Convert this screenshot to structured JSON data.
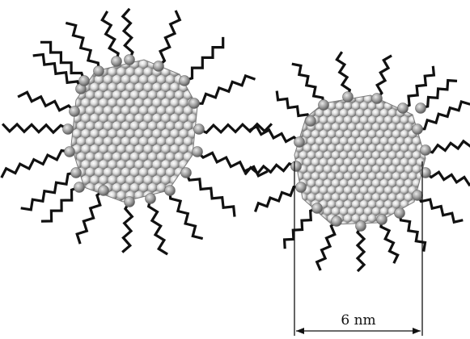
{
  "figure": {
    "scale_label": "6 nm",
    "particles": [
      {
        "name": "left-nanoparticle",
        "ligand_count": 20
      },
      {
        "name": "right-nanoparticle",
        "ligand_count": 18
      }
    ]
  }
}
